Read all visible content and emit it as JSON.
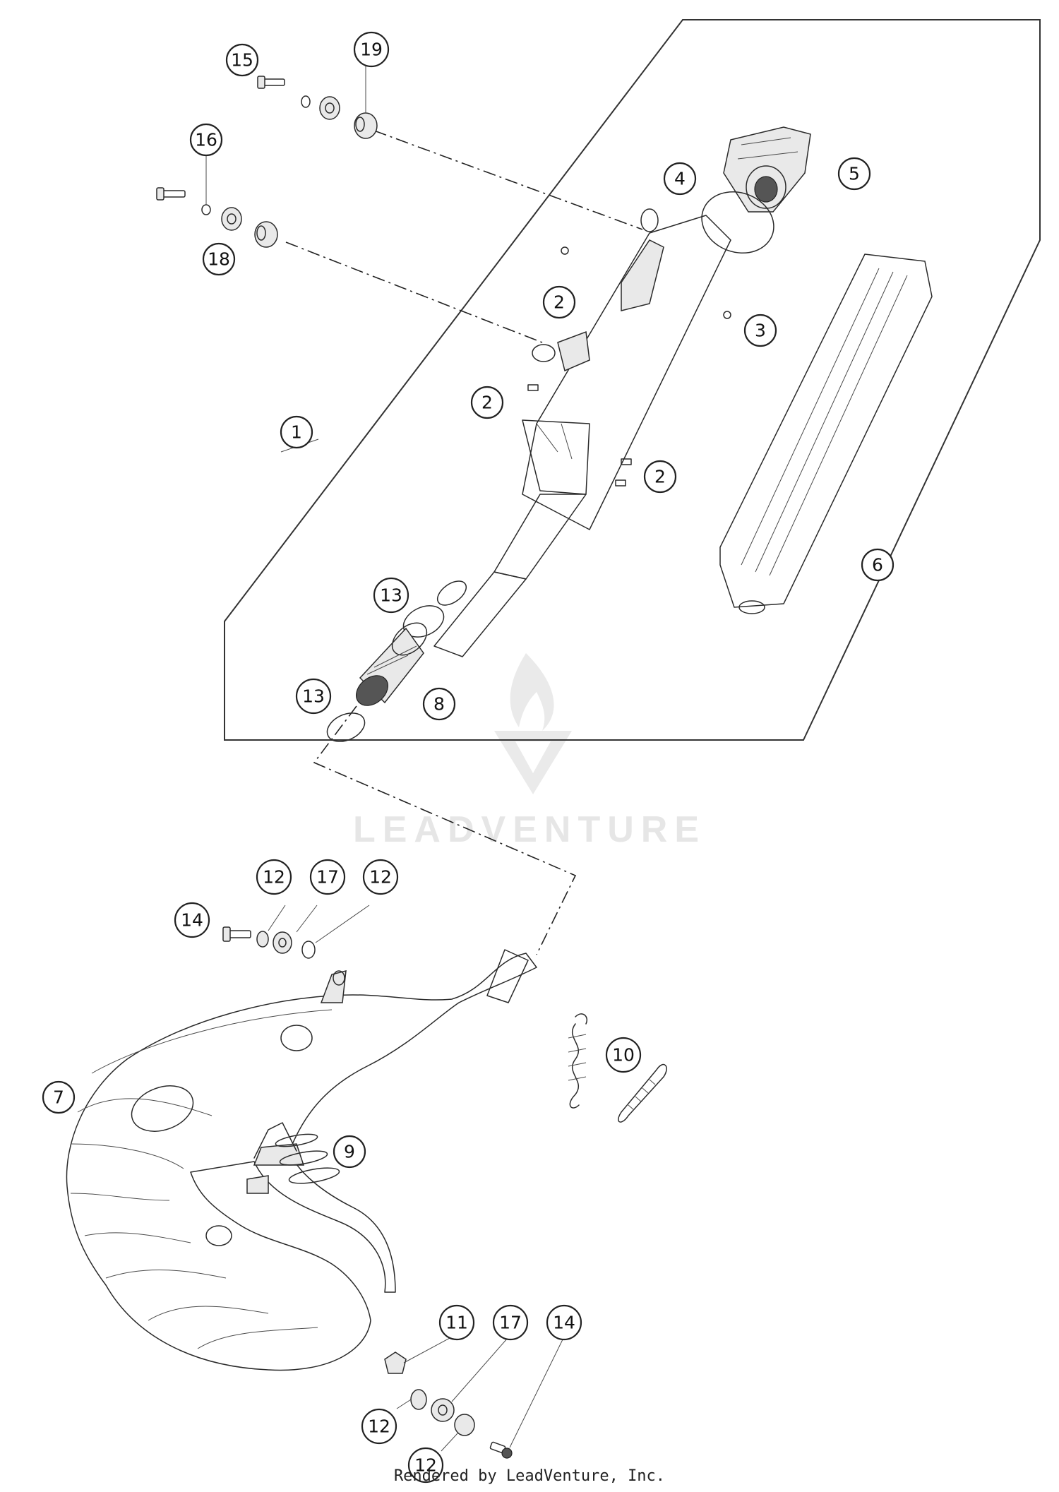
{
  "callouts": [
    {
      "id": "callout-15",
      "label": "15"
    },
    {
      "id": "callout-19",
      "label": "19"
    },
    {
      "id": "callout-16",
      "label": "16"
    },
    {
      "id": "callout-18",
      "label": "18"
    },
    {
      "id": "callout-4",
      "label": "4"
    },
    {
      "id": "callout-5",
      "label": "5"
    },
    {
      "id": "callout-2a",
      "label": "2"
    },
    {
      "id": "callout-3",
      "label": "3"
    },
    {
      "id": "callout-2b",
      "label": "2"
    },
    {
      "id": "callout-1",
      "label": "1"
    },
    {
      "id": "callout-2c",
      "label": "2"
    },
    {
      "id": "callout-6",
      "label": "6"
    },
    {
      "id": "callout-13a",
      "label": "13"
    },
    {
      "id": "callout-13b",
      "label": "13"
    },
    {
      "id": "callout-8",
      "label": "8"
    },
    {
      "id": "callout-12a",
      "label": "12"
    },
    {
      "id": "callout-17a",
      "label": "17"
    },
    {
      "id": "callout-12b",
      "label": "12"
    },
    {
      "id": "callout-14a",
      "label": "14"
    },
    {
      "id": "callout-10",
      "label": "10"
    },
    {
      "id": "callout-7",
      "label": "7"
    },
    {
      "id": "callout-9",
      "label": "9"
    },
    {
      "id": "callout-11",
      "label": "11"
    },
    {
      "id": "callout-17b",
      "label": "17"
    },
    {
      "id": "callout-14b",
      "label": "14"
    },
    {
      "id": "callout-12c",
      "label": "12"
    },
    {
      "id": "callout-12d",
      "label": "12"
    }
  ],
  "watermark": {
    "text": "LEADVENTURE"
  },
  "footer": {
    "text": "Rendered by LeadVenture, Inc."
  }
}
